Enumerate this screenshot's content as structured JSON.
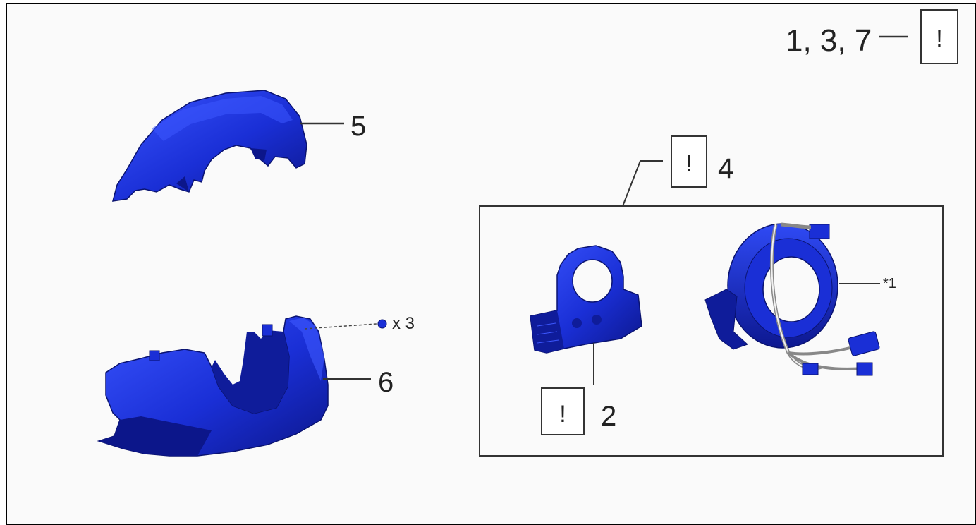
{
  "header_callout": {
    "numbers": "1, 3, 7",
    "caution_mark": "!"
  },
  "parts": {
    "upper_cover": {
      "number": "5"
    },
    "lower_cover": {
      "number": "6"
    },
    "screw": {
      "quantity": "x 3"
    },
    "assembly": {
      "number": "4",
      "caution_mark": "!"
    },
    "steering_sensor": {
      "number": "2",
      "caution_mark": "!"
    },
    "spiral_cable": {
      "callout": "*1"
    }
  },
  "colors": {
    "part_fill": "#1a2fd6",
    "part_shade": "#0f1c9a",
    "part_highlight": "#3a55ff",
    "line": "#333333"
  }
}
